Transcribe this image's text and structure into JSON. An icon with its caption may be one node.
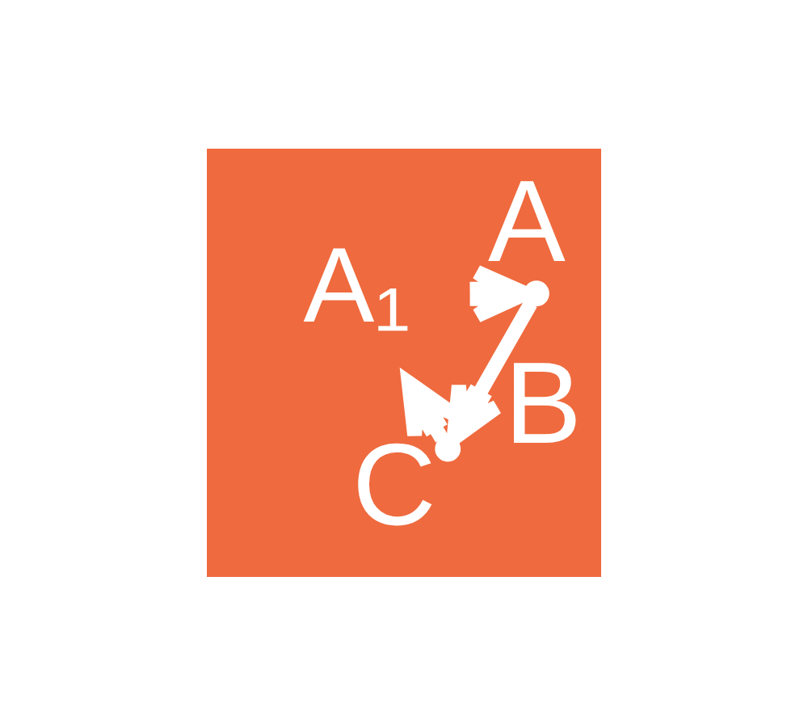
{
  "diagram": {
    "nodes": [
      {
        "text": [
          "A₁"
        ]
      },
      {
        "text": [],
        "shape": "point"
      },
      {
        "text": [],
        "shape": "point"
      }
    ],
    "edges": [
      {
        "from": 0,
        "to": 1,
        "arrow": "to",
        "label": "A"
      },
      {
        "from": 1,
        "to": 2,
        "arrow": "to",
        "label": "B"
      },
      {
        "from": 2,
        "to": 0,
        "arrow": "to",
        "label": "C"
      }
    ]
  }
}
